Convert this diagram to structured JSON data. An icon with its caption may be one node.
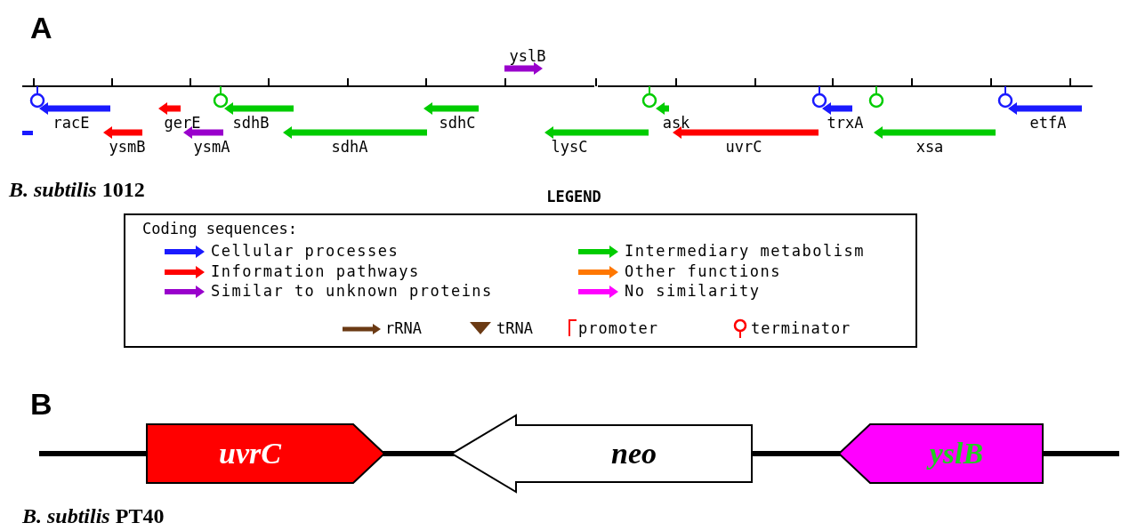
{
  "diagram": {
    "nodes": [
      {
        "text": [
          "uvrC"
        ]
      },
      {
        "text": [
          "neo"
        ]
      },
      {
        "text": [
          "yslB"
        ]
      }
    ],
    "labels": [
      "A",
      "yslB",
      "racE",
      "gerE",
      "sdhB",
      "sdhC",
      "ask",
      "trxA",
      "etfA",
      "ysmB",
      "ysmA",
      "sdhA",
      "lysC",
      "uvrC",
      "xsa",
      "*B. subtilis* 1012",
      "LEGEND",
      "Coding sequences:",
      "B",
      "*B. subtilis* PT40"
    ],
    "legend": [
      {
        "text": "Cellular processes",
        "color": "#1a1aff"
      },
      {
        "text": "Intermediary metabolism",
        "color": "#00cc00"
      },
      {
        "text": "Information pathways",
        "color": "#ff0000"
      },
      {
        "text": "Other functions",
        "color": "#ff7700"
      },
      {
        "text": "Similar to unknown proteins",
        "color": "#9900cc"
      },
      {
        "text": "No similarity",
        "color": "#ff00ff"
      },
      {
        "text": "rRNA"
      },
      {
        "text": "tRNA"
      },
      {
        "text": "promoter"
      },
      {
        "text": "terminator"
      }
    ]
  }
}
